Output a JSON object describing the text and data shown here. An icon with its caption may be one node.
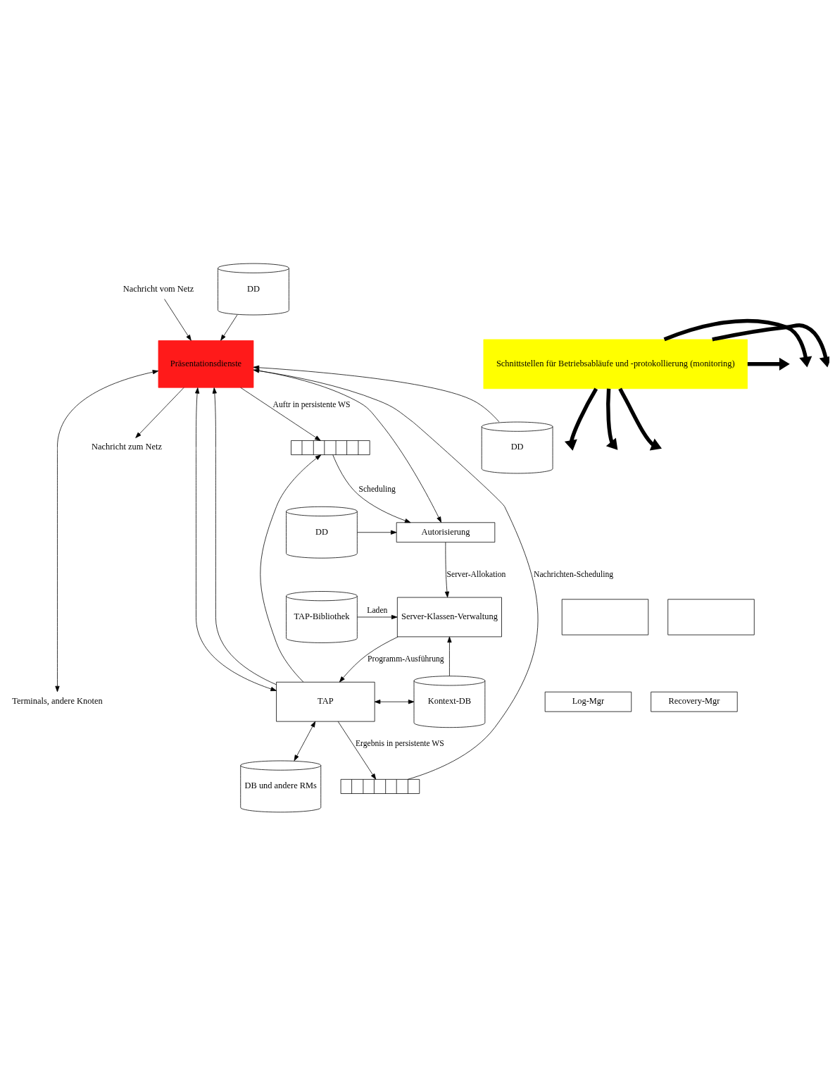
{
  "diagram": {
    "nodes": [
      {
        "text": [
          "Präsentationsdienste"
        ]
      },
      {
        "text": [
          "Nachricht vom Netz"
        ]
      },
      {
        "text": [
          "DD"
        ]
      },
      {
        "text": [],
        "shape": "box"
      },
      {
        "text": [
          "Autorisierung"
        ]
      },
      {
        "text": [
          "DD"
        ]
      },
      {
        "text": [],
        "shape": "box"
      },
      {
        "text": [],
        "shape": "box"
      },
      {
        "text": [
          "Server-Klassen-Verwaltung"
        ]
      },
      {
        "text": [
          "TAP-Bibliothek"
        ]
      },
      {
        "text": [
          "Log-Mgr"
        ]
      },
      {
        "text": [
          "Recovery-Mgr"
        ]
      },
      {
        "text": [
          "TAP"
        ]
      },
      {
        "text": [
          "Kontext-DB"
        ]
      },
      {
        "text": [
          "Terminals, andere Knoten"
        ]
      },
      {
        "text": [],
        "shape": "box"
      },
      {
        "text": [
          "DB und andere RMs"
        ]
      },
      {
        "text": [
          "Nachricht zum Netz"
        ]
      },
      {
        "text": [
          "DD"
        ]
      },
      {
        "text": [
          "Schnittstellen für Betriebsabläufe und -protokollierung (monitoring)"
        ]
      }
    ],
    "edges": [
      {
        "from": 1,
        "to": 0,
        "arrow": "to"
      },
      {
        "from": 2,
        "to": 0,
        "arrow": "to"
      },
      {
        "from": 0,
        "to": 3,
        "arrow": "to",
        "label": "Auftr in persistente WS"
      },
      {
        "from": 0,
        "to": 4,
        "arrow": "to"
      },
      {
        "from": 3,
        "to": 4,
        "arrow": "to",
        "label": "Scheduling"
      },
      {
        "from": 5,
        "to": 4,
        "arrow": "to"
      },
      {
        "from": 4,
        "to": 8,
        "arrow": "to",
        "label": "Server-Allokation"
      },
      {
        "from": 9,
        "to": 8,
        "arrow": "to",
        "label": "Laden"
      },
      {
        "from": 13,
        "to": 8,
        "arrow": "to"
      },
      {
        "from": 8,
        "to": 12,
        "arrow": "to",
        "label": "Programm-Ausführung"
      },
      {
        "from": 14,
        "to": 0,
        "arrow": "both"
      },
      {
        "from": 0,
        "to": 12,
        "arrow": "both"
      },
      {
        "from": 12,
        "to": 3,
        "arrow": "to"
      },
      {
        "from": 12,
        "to": 13,
        "arrow": "both"
      },
      {
        "from": 12,
        "to": 16,
        "arrow": "both"
      },
      {
        "from": 12,
        "to": 15,
        "arrow": "to",
        "label": "Ergebnis in persistente WS"
      },
      {
        "from": 12,
        "to": 0,
        "arrow": "to"
      },
      {
        "from": 15,
        "to": 0,
        "arrow": "to",
        "label": "Nachrichten-Scheduling"
      },
      {
        "from": 0,
        "to": 17,
        "arrow": "to"
      },
      {
        "from": 18,
        "to": 0,
        "arrow": "to"
      },
      {
        "from": 19,
        "to": null,
        "arrow": "to",
        "style": "thick"
      },
      {
        "from": 19,
        "to": null,
        "arrow": "to",
        "style": "thick"
      },
      {
        "from": 19,
        "to": null,
        "arrow": "to",
        "style": "thick"
      },
      {
        "from": 19,
        "to": null,
        "arrow": "to",
        "style": "thick"
      },
      {
        "from": 19,
        "to": null,
        "arrow": "to",
        "style": "thick"
      },
      {
        "from": 19,
        "to": null,
        "arrow": "to",
        "style": "thick"
      }
    ]
  }
}
